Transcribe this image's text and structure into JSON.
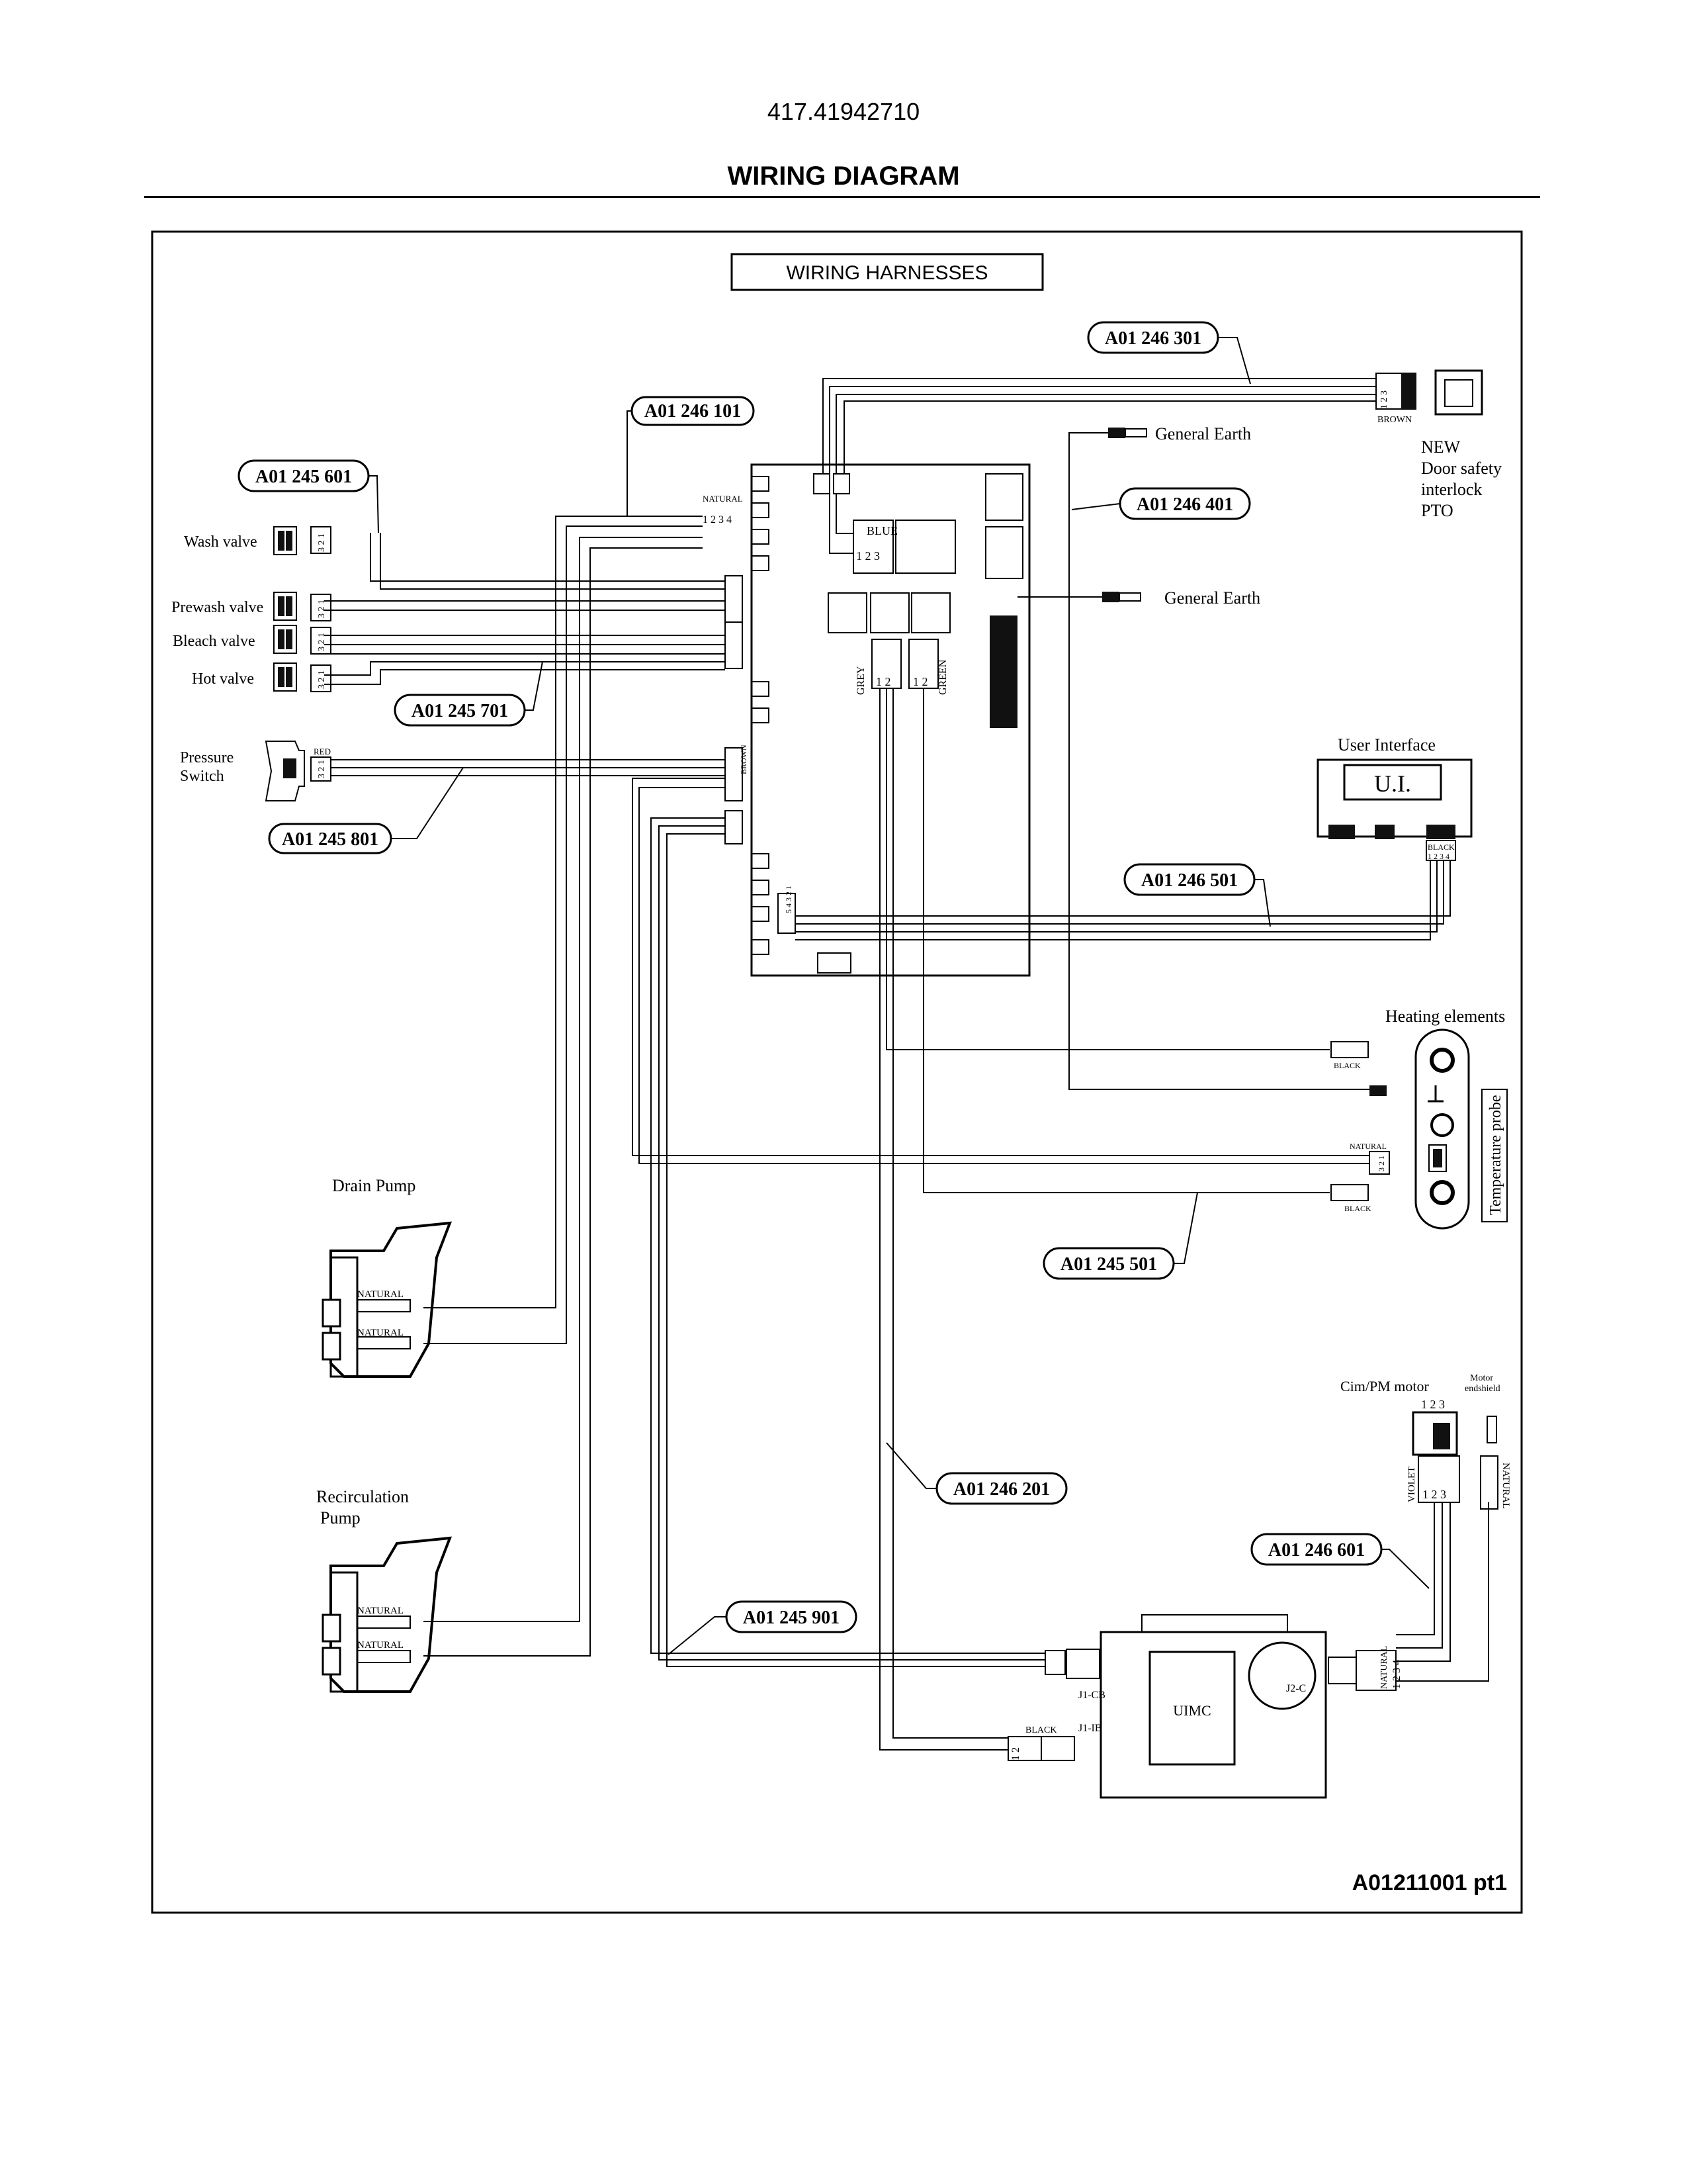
{
  "header": {
    "model": "417.41942710",
    "title": "WIRING DIAGRAM"
  },
  "box_title": "WIRING HARNESSES",
  "ref_id": "A01211001 pt1",
  "harnesses": {
    "h301": "A01 246 301",
    "h101": "A01 246 101",
    "h601a": "A01 245 601",
    "h401": "A01 246 401",
    "h701": "A01 245 701",
    "h801": "A01 245 801",
    "h501b": "A01 246 501",
    "h501a": "A01 245 501",
    "h201": "A01 246 201",
    "h601b": "A01 246 601",
    "h901": "A01 245 901"
  },
  "components": {
    "wash_valve": "Wash valve",
    "prewash_valve": "Prewash valve",
    "bleach_valve": "Bleach valve",
    "hot_valve": "Hot valve",
    "pressure_line1": "Pressure",
    "pressure_line2": "Switch",
    "drain_pump": "Drain Pump",
    "recirc_line1": "Recirculation",
    "recirc_line2": "Pump",
    "general_earth_1": "General Earth",
    "general_earth_2": "General Earth",
    "door_1": "NEW",
    "door_2": "Door safety",
    "door_3": "interlock",
    "door_4": "PTO",
    "user_interface": "User Interface",
    "ui_label": "U.I.",
    "heating": "Heating elements",
    "temp_probe": "Temperature probe",
    "motor": "Cim/PM motor",
    "endshield_1": "Motor",
    "endshield_2": "endshield",
    "uimc": "UIMC"
  },
  "wire_colors": {
    "natural": "NATURAL",
    "blue": "BLUE",
    "grey": "GREY",
    "green": "GREEN",
    "brown": "BROWN",
    "red": "RED",
    "black": "BLACK",
    "violet": "VIOLET"
  },
  "pins": {
    "p321": "3 2 1",
    "p123": "1 2 3",
    "p1234": "1 2 3 4",
    "p12": "1 2",
    "p54321": "5 4 3 2 1",
    "j1cb": "J1-CB",
    "j1ib": "J1-IB",
    "j2c": "J2-C"
  }
}
